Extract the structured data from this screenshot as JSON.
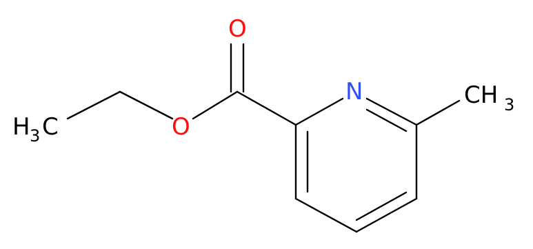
{
  "colors": {
    "background": "#ffffff",
    "bond": "#000000",
    "carbon_label": "#000000",
    "oxygen_label": "#ff0d0d",
    "nitrogen_label": "#3050f8"
  },
  "atoms": {
    "carbonyl_oxygen": "O",
    "ester_oxygen": "O",
    "ring_nitrogen": "N",
    "left_methyl_main": "H",
    "left_methyl_sub": "3",
    "left_methyl_tail": "C",
    "right_methyl_main": "CH",
    "right_methyl_sub": "3"
  }
}
